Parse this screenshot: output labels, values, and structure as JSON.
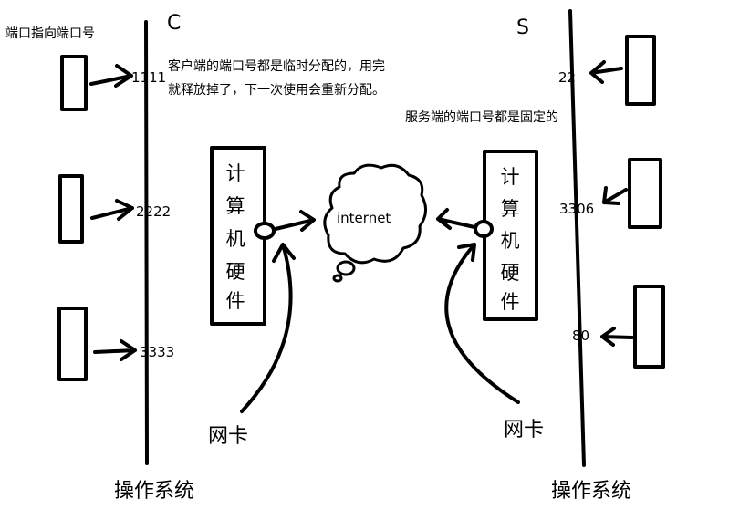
{
  "client": {
    "letter": "C",
    "caption": "端口指向端口号",
    "ports": [
      "1111",
      "2222",
      "3333"
    ],
    "note_line1": "客户端的端口号都是临时分配的，用完",
    "note_line2": "就释放掉了，下一次使用会重新分配。",
    "hardware_chars": [
      "计",
      "算",
      "机",
      "硬",
      "件"
    ],
    "nic_label": "网卡",
    "os_label": "操作系统"
  },
  "server": {
    "letter": "S",
    "ports": [
      "22",
      "3306",
      "80"
    ],
    "note": "服务端的端口号都是固定的",
    "hardware_chars": [
      "计",
      "算",
      "机",
      "硬",
      "件"
    ],
    "nic_label": "网卡",
    "os_label": "操作系统"
  },
  "network": {
    "cloud_label": "internet"
  },
  "colors": {
    "ink": "#000000",
    "background": "#ffffff"
  }
}
